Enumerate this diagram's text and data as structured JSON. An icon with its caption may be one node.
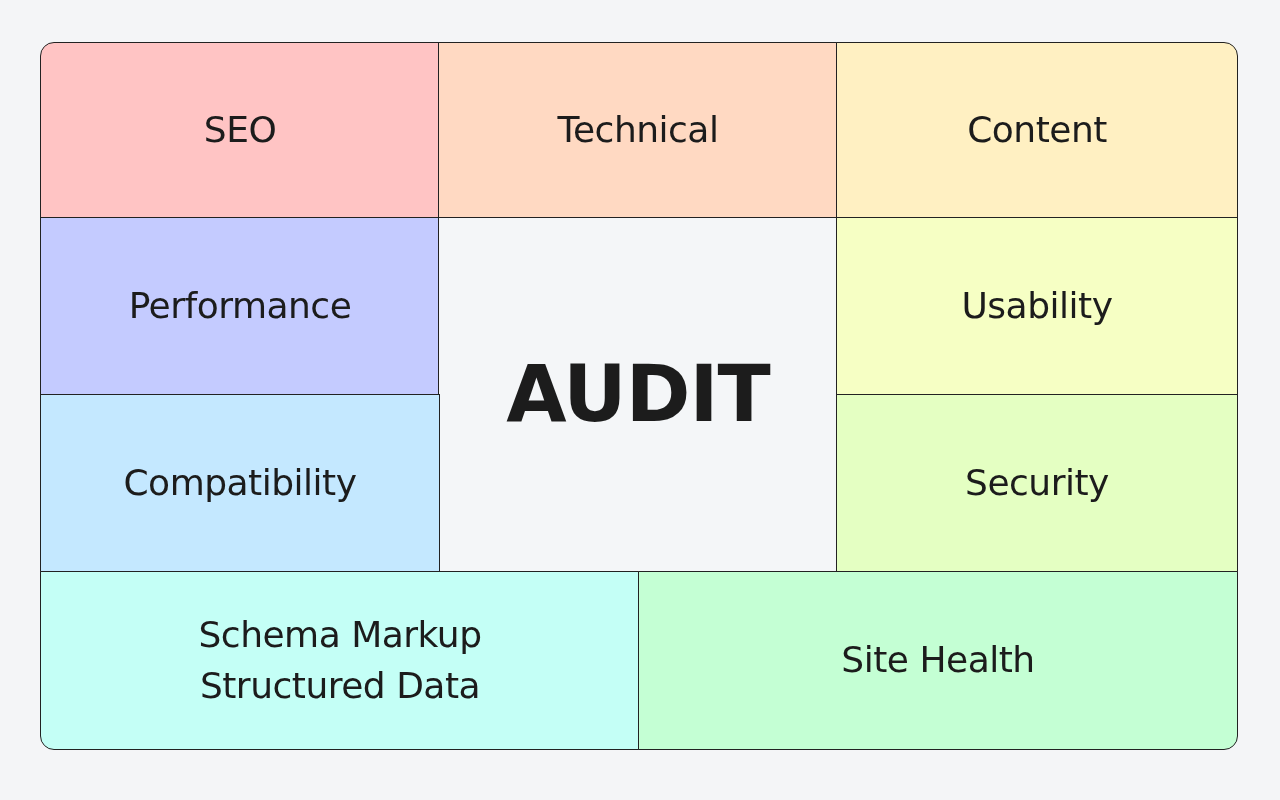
{
  "diagram": {
    "nodes": [
      {
        "text": [
          "SEO"
        ]
      },
      {
        "text": [
          "Technical"
        ]
      },
      {
        "text": [
          "Content"
        ]
      },
      {
        "text": [
          "Performance"
        ]
      },
      {
        "text": [
          "AUDIT"
        ]
      },
      {
        "text": [
          "Usability"
        ]
      },
      {
        "text": [
          "Compatibility"
        ]
      },
      {
        "text": [
          "Security"
        ]
      },
      {
        "text": [
          "Schema Markup Structured Data"
        ]
      },
      {
        "text": [
          "Site Health"
        ]
      }
    ]
  }
}
